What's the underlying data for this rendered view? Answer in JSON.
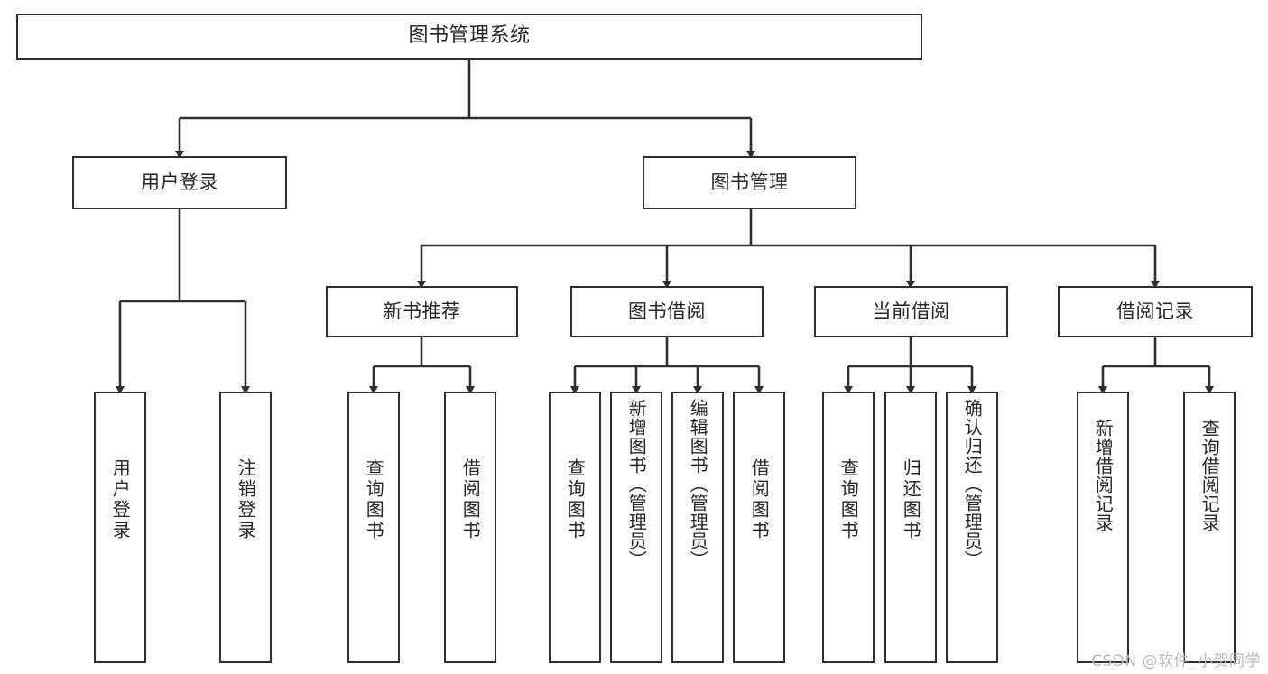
{
  "diagram": {
    "title": "图书管理系统",
    "type": "function-structure-tree",
    "levels": 4,
    "root": {
      "label": "图书管理系统"
    },
    "level2": [
      {
        "label": "用户登录"
      },
      {
        "label": "图书管理"
      }
    ],
    "level3": [
      {
        "label": "新书推荐"
      },
      {
        "label": "图书借阅"
      },
      {
        "label": "当前借阅"
      },
      {
        "label": "借阅记录"
      }
    ],
    "leaves": {
      "user_login": [
        {
          "label": "用户登录"
        },
        {
          "label": "注销登录"
        }
      ],
      "new_book_recommend": [
        {
          "label": "查询图书"
        },
        {
          "label": "借阅图书"
        }
      ],
      "book_borrow": [
        {
          "label": "查询图书"
        },
        {
          "label": "新增图书（管理员）"
        },
        {
          "label": "编辑图书（管理员）"
        },
        {
          "label": "借阅图书"
        }
      ],
      "current_borrow": [
        {
          "label": "查询图书"
        },
        {
          "label": "归还图书"
        },
        {
          "label": "确认归还（管理员）"
        }
      ],
      "borrow_record": [
        {
          "label": "新增借阅记录"
        },
        {
          "label": "查询借阅记录"
        }
      ]
    }
  },
  "watermark": {
    "text": "CSDN @软件_小贺同学"
  },
  "colors": {
    "stroke": "#2f2f2f",
    "fill": "#ffffff",
    "text": "#262626",
    "watermark": "#b9b9b9"
  }
}
